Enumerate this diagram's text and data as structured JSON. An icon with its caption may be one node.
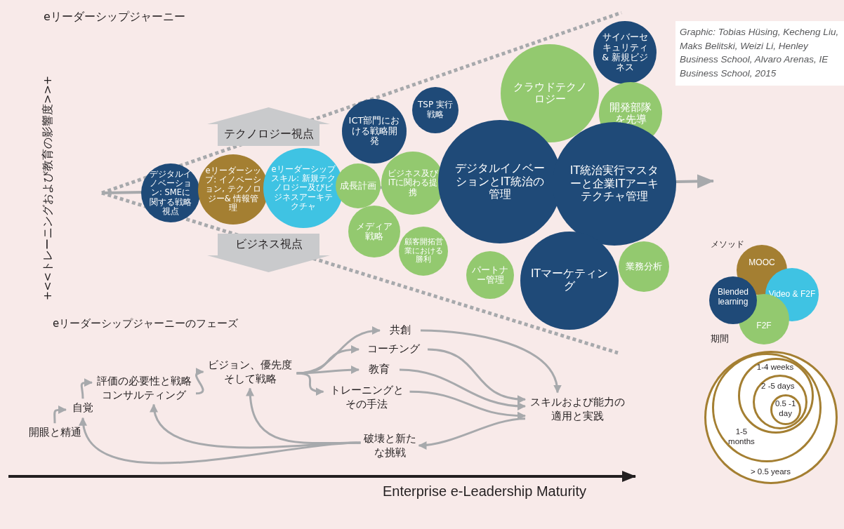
{
  "diagram": {
    "title": "eリーダーシップジャーニー",
    "nodes": [
      {
        "text": [
          "デジタルイノベーション: SMEに関する戦略視点"
        ]
      },
      {
        "text": [
          "eリーダーシップ: イノベーション, テクノロジー& 情報管理"
        ]
      },
      {
        "text": [
          "eリーダーシップスキル: 新規テクノロジー及びビジネスアーキテクチャ"
        ]
      },
      {
        "text": [
          "成長計画"
        ]
      },
      {
        "text": [
          "ICT部門における戦略開発"
        ]
      },
      {
        "text": [
          "TSP 実行戦略"
        ]
      },
      {
        "text": [
          "ビジネス及びITに関わる提携"
        ]
      },
      {
        "text": [
          "メディア戦略"
        ]
      },
      {
        "text": [
          "顧客開拓営業における勝利"
        ]
      },
      {
        "text": [
          "クラウドテクノロジー"
        ]
      },
      {
        "text": [
          "サイバーセキュリティ& 新規ビジネス"
        ]
      },
      {
        "text": [
          "開発部隊を先導"
        ]
      },
      {
        "text": [
          "デジタルイノベーションとIT統治の管理"
        ]
      },
      {
        "text": [
          "IT統治実行マスターと企業ITアーキテクチャ管理"
        ]
      },
      {
        "text": [
          "パートナー管理"
        ]
      },
      {
        "text": [
          "ITマーケティング"
        ]
      },
      {
        "text": [
          "業務分析"
        ]
      },
      {
        "text": [
          "> 0.5 years"
        ]
      },
      {
        "text": [
          "1-5 months"
        ],
        "in": 17
      },
      {
        "text": [
          "1-4 weeks"
        ],
        "in": 18
      },
      {
        "text": [
          "2 -5 days"
        ],
        "in": 19
      },
      {
        "text": [
          "0.5 -1 day"
        ],
        "in": 20
      },
      {
        "text": [
          "テクノロジー視点"
        ]
      },
      {
        "text": [
          "ビジネス視点"
        ]
      },
      {
        "text": [
          "開眼と精通"
        ]
      },
      {
        "text": [
          "自覚"
        ]
      },
      {
        "text": [
          "評価の必要性と戦略コンサルティング"
        ]
      },
      {
        "text": [
          "ビジョン、優先度そして戦略"
        ]
      },
      {
        "text": [
          "共創"
        ]
      },
      {
        "text": [
          "コーチング"
        ]
      },
      {
        "text": [
          "教育"
        ]
      },
      {
        "text": [
          "トレーニングとその手法"
        ]
      },
      {
        "text": [
          "スキルおよび能力の適用と実践"
        ]
      },
      {
        "text": [
          "破壊と新たな挑戦"
        ]
      }
    ],
    "edges": [
      {
        "from": 24,
        "to": 25,
        "arrow": "to"
      },
      {
        "from": 25,
        "to": 26,
        "arrow": "to"
      },
      {
        "from": 26,
        "to": 27,
        "arrow": "to"
      },
      {
        "from": 27,
        "to": 28,
        "arrow": "to"
      },
      {
        "from": 27,
        "to": 29,
        "arrow": "to"
      },
      {
        "from": 27,
        "to": 30,
        "arrow": "to"
      },
      {
        "from": 27,
        "to": 31,
        "arrow": "to"
      },
      {
        "from": 28,
        "to": 32,
        "arrow": "to"
      },
      {
        "from": 29,
        "to": 32,
        "arrow": "to"
      },
      {
        "from": 30,
        "to": 32,
        "arrow": "to"
      },
      {
        "from": 31,
        "to": 32,
        "arrow": "to"
      },
      {
        "from": 32,
        "to": 33,
        "arrow": "to"
      },
      {
        "from": 33,
        "to": 27,
        "arrow": "to"
      },
      {
        "from": 33,
        "to": 26,
        "arrow": "to"
      },
      {
        "from": 33,
        "to": 25,
        "arrow": "to"
      }
    ],
    "labels": [
      "+<<トレーニングおよび教育の影響度>>+",
      "Graphic: Tobias Hüsing, Kecheng Liu,  Maks Belitski, Weizi Li, Henley Business School, Alvaro Arenas, IE Business School, 2015",
      "メソッド",
      "期間",
      "eリーダーシップジャーニーのフェーズ",
      "Enterprise e-Leadership Maturity"
    ],
    "legend": [
      {
        "text": "MOOC",
        "color": "#a47f32"
      },
      {
        "text": "Blended learning",
        "color": "#1f4a78"
      },
      {
        "text": "Video & F2F",
        "color": "#3fc3e3"
      },
      {
        "text": "F2F",
        "color": "#93c96f"
      }
    ]
  }
}
